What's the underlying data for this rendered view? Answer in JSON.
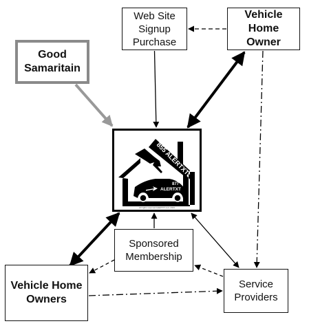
{
  "colors": {
    "stroke": "#000000",
    "accent_gray": "#999999",
    "samaritan_border": "#8a8a8a"
  },
  "nodes": {
    "website": {
      "lines": [
        "Web Site",
        "Signup",
        "Purchase"
      ]
    },
    "vehicle_home_owner": {
      "lines": [
        "Vehicle",
        "Home",
        "Owner"
      ]
    },
    "good_samaritain": {
      "lines": [
        "Good",
        "Samaritain"
      ]
    },
    "sponsored": {
      "lines": [
        "Sponsored",
        "Membership"
      ]
    },
    "vehicle_home_owners": {
      "lines": [
        "Vehicle Home",
        "Owners"
      ]
    },
    "service_providers": {
      "lines": [
        "Service",
        "Providers"
      ]
    }
  },
  "logo": {
    "phone_1": "855 ALERTXT",
    "phone_2_number": "877",
    "phone_2_word": "ALERTXT",
    "copyright": "All rights reserved ALERTXT LLC 2023"
  },
  "icons": [
    "house-icon",
    "car-icon",
    "hand-icon",
    "arrow-icon"
  ]
}
